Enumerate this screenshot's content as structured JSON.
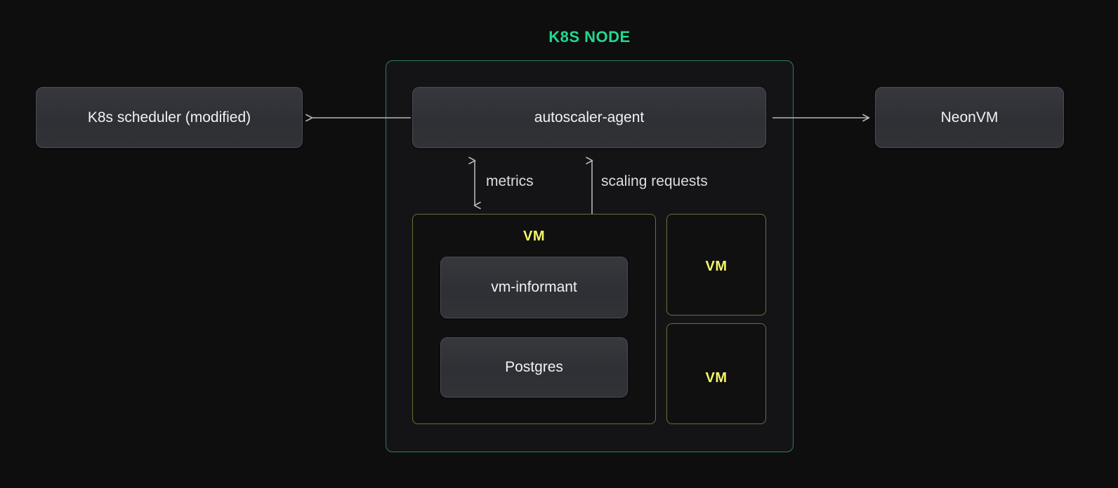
{
  "diagram": {
    "title": "K8S NODE",
    "title_color": "#22d88f",
    "background_color": "#0e0e0f",
    "node_border_color": "#2f7d5c",
    "vm_border_color": "#6f6f38",
    "vm_label_color": "#f6f56a",
    "component_fill_color": "#303237",
    "arrow_color": "#b6b6b8"
  },
  "external": {
    "scheduler": {
      "label": "K8s scheduler (modified)"
    },
    "neonvm": {
      "label": "NeonVM"
    }
  },
  "node": {
    "agent": {
      "label": "autoscaler-agent"
    },
    "vms": [
      {
        "label": "VM",
        "size": "large",
        "components": [
          {
            "label": "vm-informant"
          },
          {
            "label": "Postgres"
          }
        ]
      },
      {
        "label": "VM",
        "size": "small",
        "components": []
      },
      {
        "label": "VM",
        "size": "small",
        "components": []
      }
    ]
  },
  "connections": [
    {
      "name": "agent-to-scheduler",
      "label": "",
      "from": "autoscaler-agent",
      "to": "K8s scheduler (modified)",
      "direction": "left"
    },
    {
      "name": "agent-to-neonvm",
      "label": "",
      "from": "autoscaler-agent",
      "to": "NeonVM",
      "direction": "right"
    },
    {
      "name": "metrics",
      "label": "metrics",
      "from": "autoscaler-agent",
      "to": "VM",
      "direction": "both"
    },
    {
      "name": "scaling-requests",
      "label": "scaling requests",
      "from": "autoscaler-agent",
      "to": "vm-informant",
      "direction": "both"
    }
  ]
}
